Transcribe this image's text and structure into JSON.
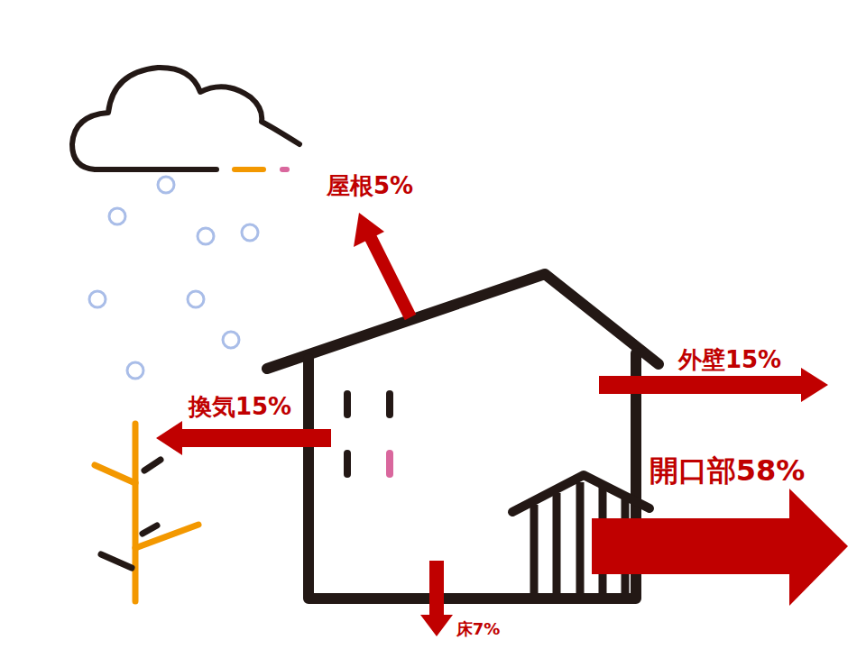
{
  "diagram": {
    "labels": [
      "屋根5%",
      "外壁15%",
      "換気15%",
      "開口部58%",
      "床7%"
    ]
  }
}
